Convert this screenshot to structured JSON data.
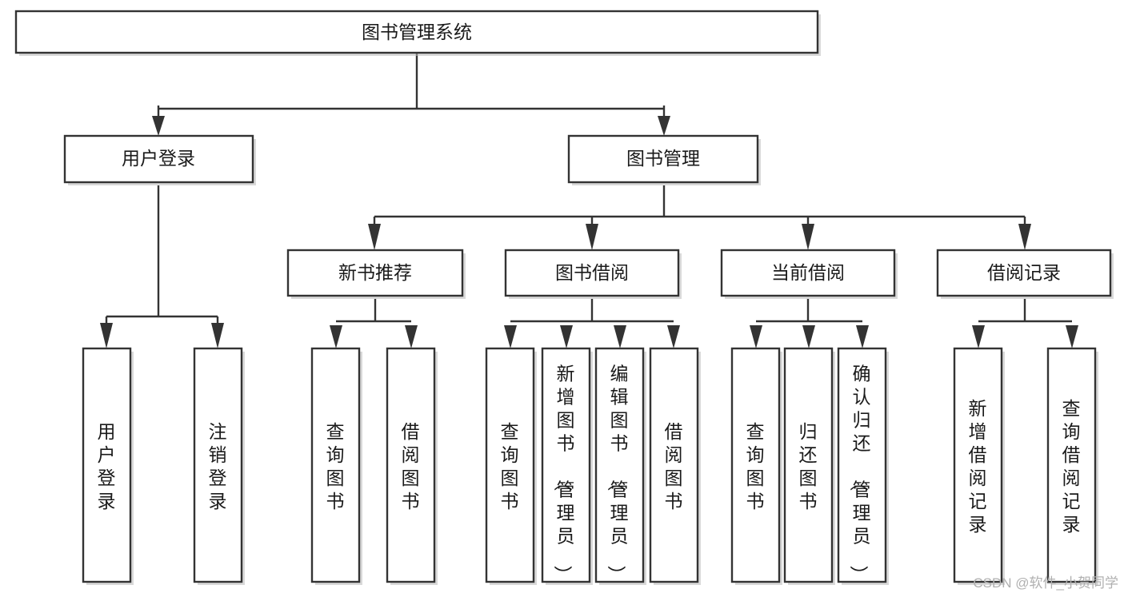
{
  "diagram": {
    "type": "tree-hierarchy-function-structure",
    "root": {
      "id": "root",
      "label": "图书管理系统"
    },
    "level2": [
      {
        "id": "user-login",
        "label": "用户登录"
      },
      {
        "id": "book-management",
        "label": "图书管理"
      }
    ],
    "level3": [
      {
        "id": "new-book-recommend",
        "label": "新书推荐",
        "parent": "book-management"
      },
      {
        "id": "book-borrow",
        "label": "图书借阅",
        "parent": "book-management"
      },
      {
        "id": "current-borrow",
        "label": "当前借阅",
        "parent": "book-management"
      },
      {
        "id": "borrow-record",
        "label": "借阅记录",
        "parent": "book-management"
      }
    ],
    "leaves": {
      "user-login": [
        {
          "id": "leaf-user-login",
          "label": "用户登录"
        },
        {
          "id": "leaf-user-logout",
          "label": "注销登录"
        }
      ],
      "new-book-recommend": [
        {
          "id": "leaf-query-book-1",
          "label": "查询图书"
        },
        {
          "id": "leaf-borrow-book-1",
          "label": "借阅图书"
        }
      ],
      "book-borrow": [
        {
          "id": "leaf-query-book-2",
          "label": "查询图书"
        },
        {
          "id": "leaf-add-book",
          "label": "新增图书（管理员）"
        },
        {
          "id": "leaf-edit-book",
          "label": "编辑图书（管理员）"
        },
        {
          "id": "leaf-borrow-book-2",
          "label": "借阅图书"
        }
      ],
      "current-borrow": [
        {
          "id": "leaf-query-book-3",
          "label": "查询图书"
        },
        {
          "id": "leaf-return-book",
          "label": "归还图书"
        },
        {
          "id": "leaf-confirm-return",
          "label": "确认归还（管理员）"
        }
      ],
      "borrow-record": [
        {
          "id": "leaf-add-record",
          "label": "新增借阅记录"
        },
        {
          "id": "leaf-query-record",
          "label": "查询借阅记录"
        }
      ]
    }
  },
  "watermark": {
    "text": "CSDN @软件_小贺同学"
  },
  "colors": {
    "box_stroke": "#333333",
    "box_fill": "#ffffff",
    "connector": "#333333",
    "text": "#1a1a1a",
    "watermark": "#b0b0b0",
    "background": "#ffffff"
  }
}
